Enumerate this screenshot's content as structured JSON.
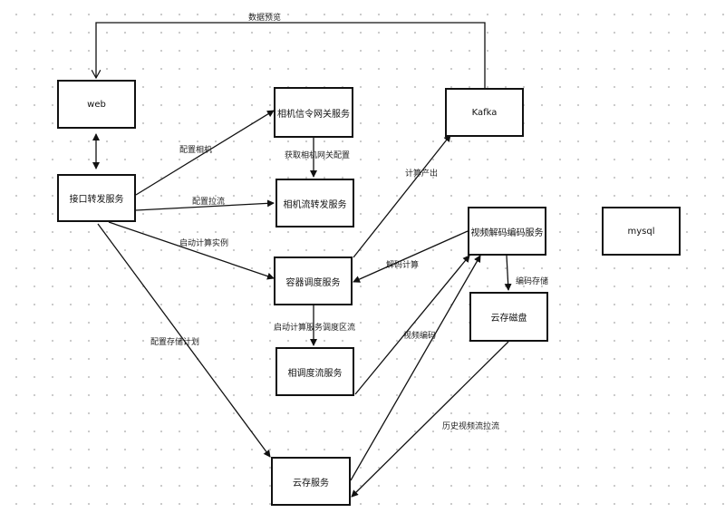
{
  "nodes": {
    "web": "web",
    "gateway": "接口转发服务",
    "camera_signal": "相机信令网关服务",
    "camera_stream": "相机流转发服务",
    "container_scheduler": "容器调度服务",
    "scheduled_stream": "相调度流服务",
    "cloud_storage": "云存服务",
    "kafka": "Kafka",
    "codec": "视频解码编码服务",
    "cloud_disk": "云存磁盘",
    "mysql": "mysql"
  },
  "edges": {
    "data_preview": "数据预览",
    "config_camera": "配置相机",
    "get_gateway_config": "获取相机网关配置",
    "config_pull": "配置拉流",
    "start_compute_instance": "启动计算实例",
    "compute_output": "计算产出",
    "decode_compute": "解码计算",
    "encode_storage": "编码存储",
    "start_compute_schedule": "启动计算服务调度区流",
    "config_storage_plan": "配置存储计划",
    "video_encode": "视频编码",
    "history_stream_pull": "历史视频流拉流"
  }
}
